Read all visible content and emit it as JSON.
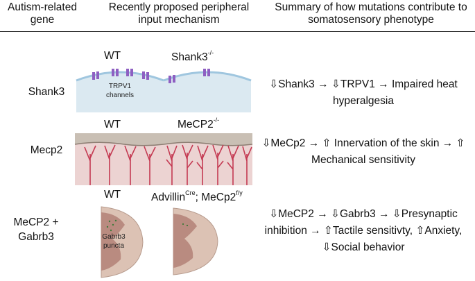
{
  "header": {
    "col1": "Autism-related gene",
    "col2": "Recently proposed peripheral input mechanism",
    "col3": "Summary of how mutations contribute to somatosensory phenotype"
  },
  "rows": [
    {
      "gene": "Shank3",
      "left_label": "WT",
      "right_label": "Shank3",
      "right_sup": "-/-",
      "annotation_line1": "TRPV1",
      "annotation_line2": "channels",
      "summary": "⇩Shank3 → ⇩TRPV1 → Impaired heat hyperalgesia"
    },
    {
      "gene": "Mecp2",
      "left_label": "WT",
      "right_label": "MeCP2",
      "right_sup": "-/-",
      "summary": "⇩MeCp2 → ⇧ Innervation of the skin → ⇧ Mechanical sensitivity"
    },
    {
      "gene": "MeCP2 + Gabrb3",
      "left_label": "WT",
      "right_label_a": "Advillin",
      "right_sup_a": "Cre",
      "right_label_b": "; MeCp2",
      "right_sup_b": "f/y",
      "annotation_line1": "Gabrb3",
      "annotation_line2": "puncta",
      "summary": "⇩MeCP2 → ⇩Gabrb3 → ⇩Presynaptic inhibition → ⇧Tactile sensitivty, ⇧Anxiety, ⇩Social behavior"
    }
  ],
  "colors": {
    "cell_fill": "#dbe9f1",
    "membrane": "#9fc6df",
    "channel": "#8e5fc2",
    "skin_top": "#c9bfb4",
    "skin_base": "#ecd3d2",
    "nerve": "#c43a52",
    "cord_outer": "#dcc2b4",
    "cord_inner": "#b98b80"
  }
}
